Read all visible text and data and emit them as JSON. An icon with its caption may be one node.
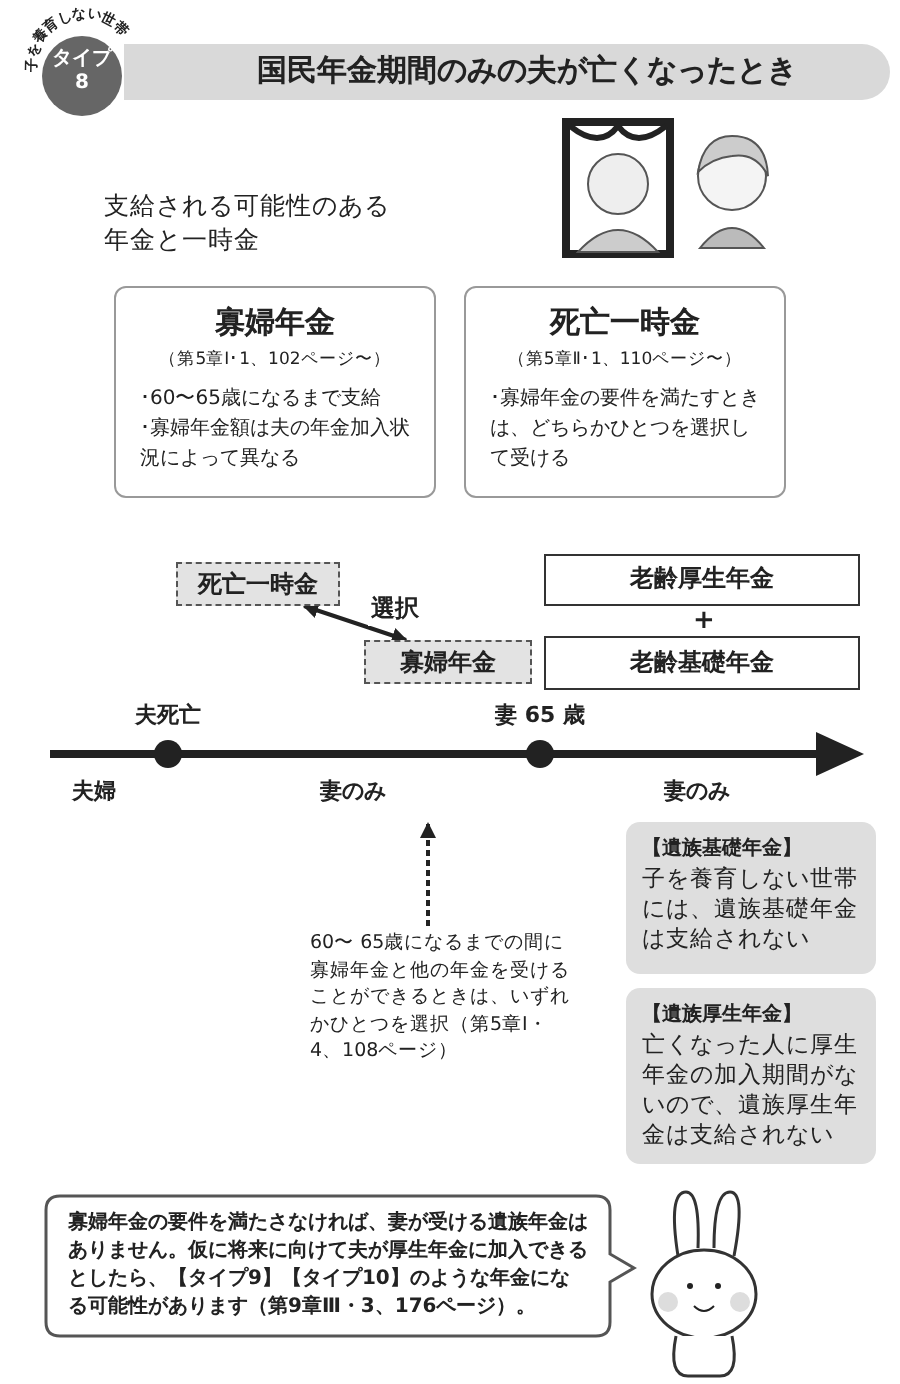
{
  "diagram": {
    "nodes": [
      {
        "text": [
          "国民年金期間のみの夫が亡くなったとき"
        ]
      },
      {
        "text": [
          "子を養育しない世帯",
          "タイプ8"
        ]
      },
      {
        "text": [
          "寡婦年金",
          "（第5章Ⅰ･1、102ページ〜）",
          "･60〜65歳になるまで支給",
          "･寡婦年金額は夫の年金加入状況によって異なる"
        ]
      },
      {
        "text": [
          "死亡一時金",
          "（第5章Ⅱ･1、110ページ〜）",
          "･寡婦年金の要件を満たすときは、どちらかひとつを選択して受ける"
        ]
      },
      {
        "text": [
          "死亡一時金"
        ]
      },
      {
        "text": [
          "寡婦年金"
        ]
      },
      {
        "text": [
          "老齢厚生年金"
        ]
      },
      {
        "text": [
          "老齢基礎年金"
        ]
      },
      {
        "text": [],
        "shape": "circle",
        "beside": [
          "夫死亡"
        ]
      },
      {
        "text": [],
        "shape": "circle",
        "beside": [
          "妻 65 歳"
        ]
      },
      {
        "text": [
          "60〜 65歳になるまでの間に寡婦年金と他の年金を受けることができるときは、いずれかひとつを選択（第5章Ⅰ・4、108ページ）"
        ]
      },
      {
        "text": [
          "【遺族基礎年金】",
          "子を養育しない世帯には、遺族基礎年金は支給されない"
        ]
      },
      {
        "text": [
          "【遺族厚生年金】",
          "亡くなった人に厚生年金の加入期間がないので、遺族厚生年金は支給されない"
        ]
      },
      {
        "text": [
          "寡婦年金の要件を満たさなければ、妻が受ける遺族年金はありません。仮に将来に向けて夫が厚生年金に加入できるとしたら、【タイプ9】【タイプ10】のような年金になる可能性があります（第9章Ⅲ・3、176ページ）。"
        ]
      }
    ],
    "edges": [
      {
        "from": 4,
        "to": 5,
        "arrow": "both",
        "label": "選択"
      },
      {
        "from": 10,
        "to": null,
        "arrow": "to",
        "style": "dashed"
      }
    ],
    "labels": [
      "支給される可能性のある年金と一時金",
      "+",
      "夫婦",
      "妻のみ",
      "妻のみ"
    ]
  }
}
